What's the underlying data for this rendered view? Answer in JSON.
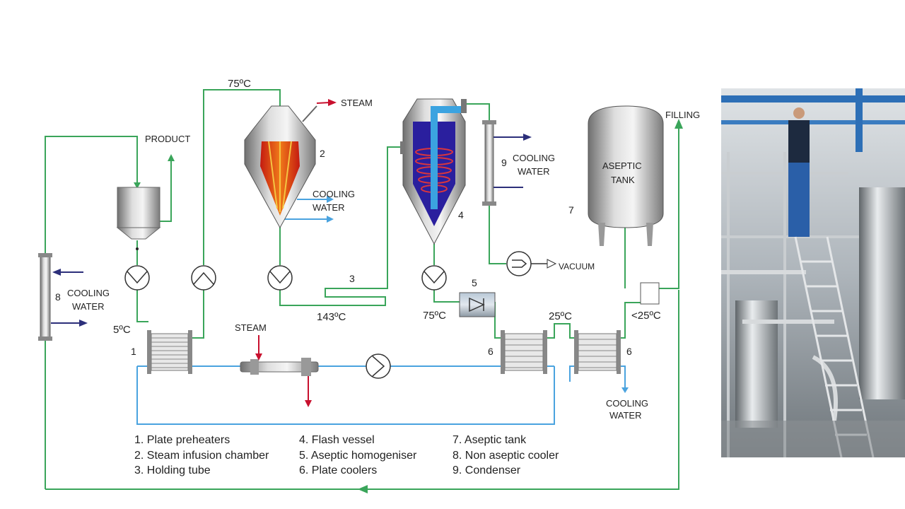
{
  "labels": {
    "product": "PRODUCT",
    "steam_top": "STEAM",
    "steam_bottom": "STEAM",
    "cooling_water_2_a": "COOLING",
    "cooling_water_2_b": "WATER",
    "cooling_water_8_a": "COOLING",
    "cooling_water_8_b": "WATER",
    "cooling_water_9_a": "COOLING",
    "cooling_water_9_b": "WATER",
    "cooling_water_6_a": "COOLING",
    "cooling_water_6_b": "WATER",
    "vacuum": "VACUUM",
    "filling": "FILLING",
    "aseptic_tank_a": "ASEPTIC",
    "aseptic_tank_b": "TANK"
  },
  "temperatures": {
    "t75_top": "75ºC",
    "t143": "143ºC",
    "t75_mid": "75ºC",
    "t25": "25ºC",
    "t_lt25": "<25ºC",
    "t5": "5ºC"
  },
  "numbers": {
    "n1": "1",
    "n2": "2",
    "n3": "3",
    "n4": "4",
    "n5": "5",
    "n6a": "6",
    "n6b": "6",
    "n7": "7",
    "n8": "8",
    "n9": "9"
  },
  "legend": [
    "1. Plate preheaters",
    "2. Steam infusion chamber",
    "3. Holding tube",
    "4. Flash vessel",
    "5. Aseptic homogeniser",
    "6. Plate coolers",
    "7. Aseptic tank",
    "8. Non aseptic cooler",
    "9. Condenser"
  ],
  "colors": {
    "product_line": "#3aa55a",
    "water_line": "#4aa3df",
    "steam_arrow": "#c8102e",
    "cooling_arrow": "#2c2f7a"
  }
}
